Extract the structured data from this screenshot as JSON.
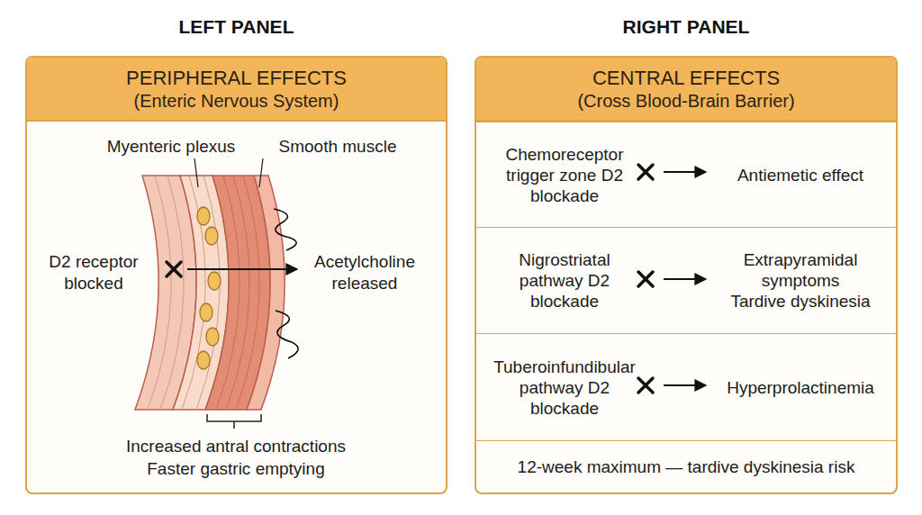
{
  "diagram": {
    "nodes": [
      {
        "text": [
          "LEFT PANEL",
          "PERIPHERAL EFFECTS",
          "(Enteric Nervous System)"
        ]
      },
      {
        "text": [
          "RIGHT PANEL",
          "CENTRAL EFFECTS",
          "(Cross Blood-Brain Barrier)"
        ]
      },
      {
        "text": [
          "Chemoreceptor trigger zone D2 blockade",
          "Antiemetic effect"
        ],
        "in": 1
      },
      {
        "text": [
          "Nigrostriatal pathway D2 blockade",
          "Extrapyramidal symptoms",
          "Tardive dyskinesia"
        ],
        "in": 1
      },
      {
        "text": [
          "Tuberoinfundibular pathway D2 blockade",
          "Hyperprolactinemia"
        ],
        "in": 1
      },
      {
        "text": [
          "12-week maximum — tardive dyskinesia risk"
        ],
        "in": 1
      }
    ],
    "labels": [
      "Myenteric plexus",
      "Smooth muscle",
      "D2 receptor blocked",
      "Acetylcholine released",
      "Increased antral contractions",
      "Faster gastric emptying"
    ]
  }
}
